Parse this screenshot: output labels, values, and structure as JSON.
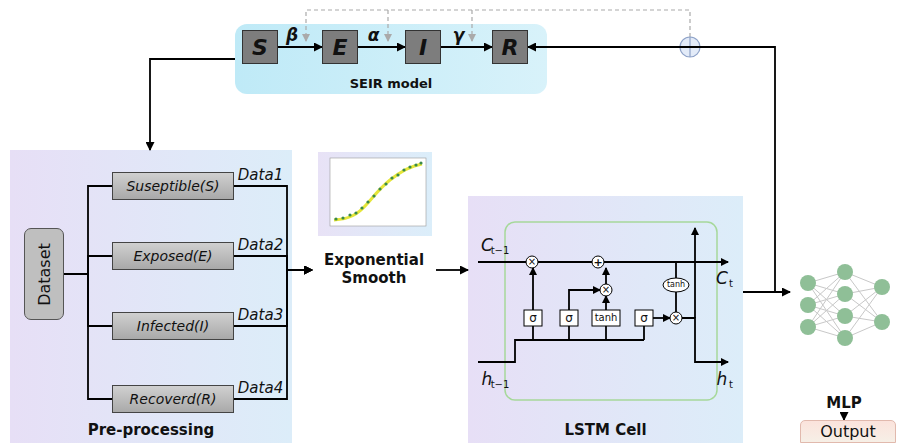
{
  "diagram": {
    "nodes": [
      {
        "text": [
          "SEIR model"
        ]
      },
      {
        "text": [
          "S"
        ],
        "in": 0
      },
      {
        "text": [
          "E"
        ],
        "in": 0
      },
      {
        "text": [
          "I"
        ],
        "in": 0
      },
      {
        "text": [
          "R"
        ],
        "in": 0
      },
      {
        "text": [
          "Pre-processing"
        ]
      },
      {
        "text": [
          "Dataset"
        ],
        "in": 5
      },
      {
        "text": [
          "Suseptible(S)"
        ],
        "in": 5
      },
      {
        "text": [
          "Exposed(E)"
        ],
        "in": 5
      },
      {
        "text": [
          "Infected(I)"
        ],
        "in": 5
      },
      {
        "text": [
          "Recoverd(R)"
        ],
        "in": 5
      },
      {
        "text": [
          "Exponential Smooth"
        ]
      },
      {
        "text": [
          "LSTM Cell"
        ]
      },
      {
        "text": [
          "MLP"
        ]
      },
      {
        "text": [
          "Output"
        ]
      }
    ],
    "edges": [
      {
        "from": 1,
        "to": 2,
        "label": "β",
        "arrow": "to"
      },
      {
        "from": 2,
        "to": 3,
        "label": "α",
        "arrow": "to"
      },
      {
        "from": 3,
        "to": 4,
        "label": "γ",
        "arrow": "to"
      },
      {
        "from": 0,
        "to": 5,
        "arrow": "to"
      },
      {
        "from": 6,
        "to": 7,
        "arrow": "none"
      },
      {
        "from": 6,
        "to": 8,
        "arrow": "none"
      },
      {
        "from": 6,
        "to": 9,
        "arrow": "none"
      },
      {
        "from": 6,
        "to": 10,
        "arrow": "none"
      },
      {
        "from": 7,
        "to": 11,
        "label": "Data1",
        "arrow": "to"
      },
      {
        "from": 8,
        "to": 11,
        "label": "Data2",
        "arrow": "to"
      },
      {
        "from": 9,
        "to": 11,
        "label": "Data3",
        "arrow": "to"
      },
      {
        "from": 10,
        "to": 11,
        "label": "Data4",
        "arrow": "to"
      },
      {
        "from": 11,
        "to": 12,
        "arrow": "to"
      },
      {
        "from": 12,
        "to": 13,
        "arrow": "to"
      },
      {
        "from": 12,
        "to": 4,
        "arrow": "to"
      },
      {
        "from": 13,
        "to": 14,
        "arrow": "to"
      }
    ],
    "labels": [
      "C",
      "t−1",
      "C",
      "t",
      "h",
      "t−1",
      "h",
      "t",
      "σ",
      "σ",
      "tanh",
      "σ",
      "tanh",
      "×",
      "+",
      "×",
      "×"
    ]
  }
}
